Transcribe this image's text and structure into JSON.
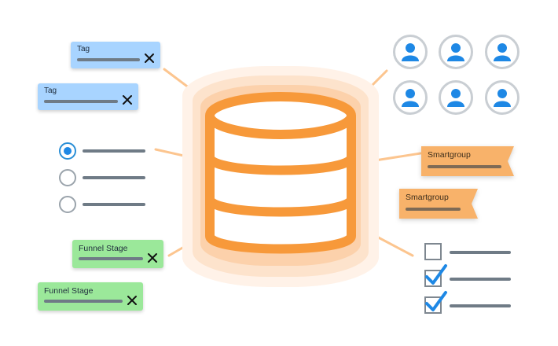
{
  "colors": {
    "tag_blue": "#a8d4ff",
    "funnel_green": "#9be89a",
    "smartgroup_orange": "#f8b26a",
    "database_orange": "#f79a36",
    "glow_light": "#fde6d2",
    "accent_blue": "#1e88e5",
    "bar_gray": "#6f7b86"
  },
  "database": {
    "icon": "database-icon"
  },
  "tags": [
    {
      "label": "Tag",
      "close_icon": "close-icon"
    },
    {
      "label": "Tag",
      "close_icon": "close-icon"
    }
  ],
  "radio_options": [
    {
      "selected": true
    },
    {
      "selected": false
    },
    {
      "selected": false
    }
  ],
  "funnel_stages": [
    {
      "label": "Funnel Stage",
      "close_icon": "close-icon"
    },
    {
      "label": "Funnel Stage",
      "close_icon": "close-icon"
    }
  ],
  "users": [
    {
      "icon": "user-icon"
    },
    {
      "icon": "user-icon"
    },
    {
      "icon": "user-icon"
    },
    {
      "icon": "user-icon"
    },
    {
      "icon": "user-icon"
    },
    {
      "icon": "user-icon"
    }
  ],
  "smartgroups": [
    {
      "label": "Smartgroup"
    },
    {
      "label": "Smartgroup"
    }
  ],
  "checkboxes": [
    {
      "checked": false
    },
    {
      "checked": true
    },
    {
      "checked": true
    }
  ]
}
